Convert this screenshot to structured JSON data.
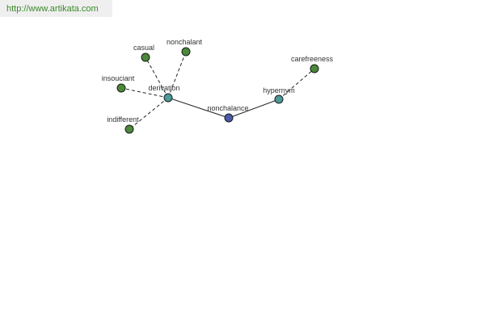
{
  "header": {
    "url": "http://www.artikata.com"
  },
  "graph": {
    "center": "nonchalance",
    "relations": [
      "derivation",
      "hypernym"
    ],
    "words": [
      "casual",
      "nonchalant",
      "insouciant",
      "indifferent",
      "carefreeness"
    ],
    "edges": [
      {
        "from": "nonchalance",
        "to": "derivation",
        "style": "solid"
      },
      {
        "from": "nonchalance",
        "to": "hypernym",
        "style": "solid"
      },
      {
        "from": "derivation",
        "to": "casual",
        "style": "dashed"
      },
      {
        "from": "derivation",
        "to": "nonchalant",
        "style": "dashed"
      },
      {
        "from": "derivation",
        "to": "insouciant",
        "style": "dashed"
      },
      {
        "from": "derivation",
        "to": "indifferent",
        "style": "dashed"
      },
      {
        "from": "hypernym",
        "to": "carefreeness",
        "style": "dashed"
      }
    ]
  },
  "colors": {
    "center_node": "#4a5aa8",
    "relation_node": "#4a9a9a",
    "word_node": "#4a8a3a",
    "link": "#3a8a2a"
  }
}
